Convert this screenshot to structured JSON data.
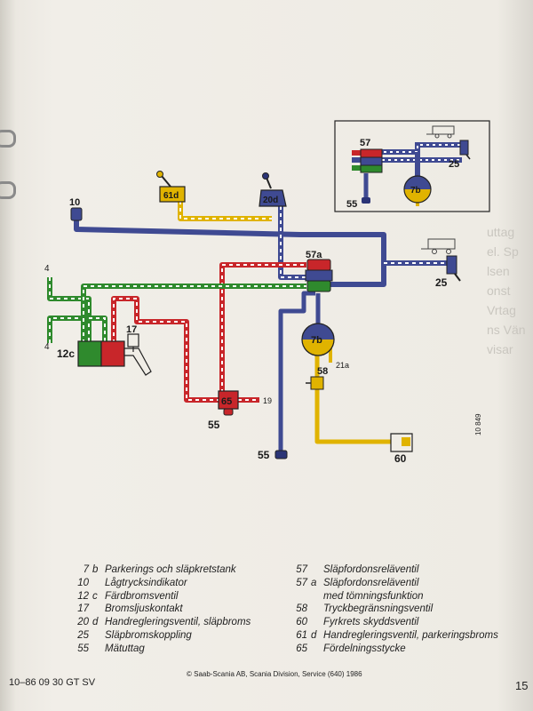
{
  "diagram": {
    "labels": {
      "c10": "10",
      "c61d": "61d",
      "c20d": "20d",
      "c57a": "57a",
      "c25": "25",
      "c4_top": "4",
      "c4_bottom": "4",
      "c12c": "12c",
      "c17": "17",
      "c7b": "7b",
      "c21a": "21a",
      "c58": "58",
      "c65": "65",
      "c19": "19",
      "c55_mid": "55",
      "c55_low": "55",
      "c60": "60",
      "inset_57": "57",
      "inset_25": "25",
      "inset_7b": "7b",
      "inset_55": "55"
    },
    "figure_id": "10 849",
    "colors": {
      "blue": "#3f4a92",
      "blue_dark": "#2b3476",
      "red": "#c8262a",
      "green": "#2f8a2d",
      "yellow": "#e0b300",
      "dash": "#ffffff"
    }
  },
  "legend": {
    "left": [
      {
        "num": "7",
        "letter": "b",
        "text": "Parkerings och släpkretstank"
      },
      {
        "num": "10",
        "letter": "",
        "text": "Lågtrycksindikator"
      },
      {
        "num": "12",
        "letter": "c",
        "text": "Färdbromsventil"
      },
      {
        "num": "17",
        "letter": "",
        "text": "Bromsljuskontakt"
      },
      {
        "num": "20",
        "letter": "d",
        "text": "Handregleringsventil, släpbroms"
      },
      {
        "num": "25",
        "letter": "",
        "text": "Släpbromskoppling"
      },
      {
        "num": "55",
        "letter": "",
        "text": "Mätuttag"
      }
    ],
    "right": [
      {
        "num": "57",
        "letter": "",
        "text": "Släpfordonsreläventil"
      },
      {
        "num": "57",
        "letter": "a",
        "text": "Släpfordonsreläventil"
      },
      {
        "num": "",
        "letter": "",
        "text": "med tömningsfunktion"
      },
      {
        "num": "58",
        "letter": "",
        "text": "Tryckbegränsningsventil"
      },
      {
        "num": "60",
        "letter": "",
        "text": "Fyrkrets skyddsventil"
      },
      {
        "num": "61",
        "letter": "d",
        "text": "Handregleringsventil, parkeringsbroms"
      },
      {
        "num": "65",
        "letter": "",
        "text": "Fördelningsstycke"
      }
    ]
  },
  "footer": {
    "left": "10–86 09 30 GT SV",
    "center": "© Saab-Scania AB, Scania Division, Service (640) 1986",
    "page": "15"
  },
  "bleed_text": [
    "uttag",
    "el. Sp",
    "lsen",
    "onst",
    "Vrtag",
    "ns Vän",
    "visar"
  ]
}
